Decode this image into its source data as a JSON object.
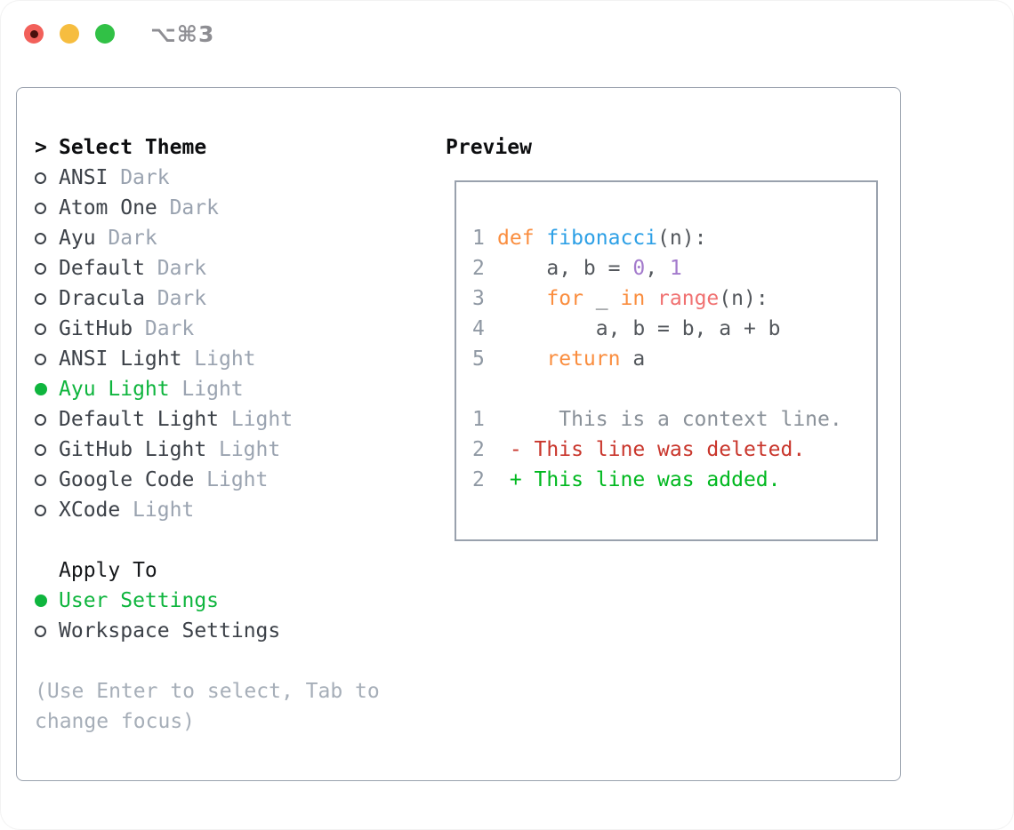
{
  "window": {
    "title": "⌥⌘3",
    "traffic_lights": [
      {
        "name": "close-button",
        "color": "#f2605a",
        "dot": "#4a100c"
      },
      {
        "name": "minimize-button",
        "color": "#f6bd3f",
        "dot": null
      },
      {
        "name": "zoom-button",
        "color": "#31c146",
        "dot": null
      }
    ]
  },
  "theme_list": {
    "header": "Select Theme",
    "header_marker": ">",
    "items": [
      {
        "name": "ANSI",
        "variant": "Dark",
        "selected": false
      },
      {
        "name": "Atom One",
        "variant": "Dark",
        "selected": false
      },
      {
        "name": "Ayu",
        "variant": "Dark",
        "selected": false
      },
      {
        "name": "Default",
        "variant": "Dark",
        "selected": false
      },
      {
        "name": "Dracula",
        "variant": "Dark",
        "selected": false
      },
      {
        "name": "GitHub",
        "variant": "Dark",
        "selected": false
      },
      {
        "name": "ANSI Light",
        "variant": "Light",
        "selected": false
      },
      {
        "name": "Ayu Light",
        "variant": "Light",
        "selected": true
      },
      {
        "name": "Default Light",
        "variant": "Light",
        "selected": false
      },
      {
        "name": "GitHub Light",
        "variant": "Light",
        "selected": false
      },
      {
        "name": "Google Code",
        "variant": "Light",
        "selected": false
      },
      {
        "name": "XCode",
        "variant": "Light",
        "selected": false
      }
    ]
  },
  "apply_to": {
    "header": "Apply To",
    "options": [
      {
        "label": "User Settings",
        "selected": true
      },
      {
        "label": "Workspace Settings",
        "selected": false
      }
    ]
  },
  "hint": {
    "line1": "(Use Enter to select, Tab to",
    "line2": "change focus)"
  },
  "preview": {
    "header": "Preview",
    "lines": [
      {
        "num": "1",
        "runs": [
          {
            "t": "def",
            "c": "keyword"
          },
          {
            "t": " ",
            "c": "plain"
          },
          {
            "t": "fibonacci",
            "c": "function"
          },
          {
            "t": "(n):",
            "c": "plain"
          }
        ]
      },
      {
        "num": "2",
        "runs": [
          {
            "t": "    a, b = ",
            "c": "plain"
          },
          {
            "t": "0",
            "c": "number"
          },
          {
            "t": ", ",
            "c": "plain"
          },
          {
            "t": "1",
            "c": "number"
          }
        ]
      },
      {
        "num": "3",
        "runs": [
          {
            "t": "    ",
            "c": "plain"
          },
          {
            "t": "for",
            "c": "keyword"
          },
          {
            "t": " _ ",
            "c": "plain"
          },
          {
            "t": "in",
            "c": "keyword"
          },
          {
            "t": " ",
            "c": "plain"
          },
          {
            "t": "range",
            "c": "builtin"
          },
          {
            "t": "(n):",
            "c": "plain"
          }
        ]
      },
      {
        "num": "4",
        "runs": [
          {
            "t": "        a, b = b, a + b",
            "c": "plain"
          }
        ]
      },
      {
        "num": "5",
        "runs": [
          {
            "t": "    ",
            "c": "plain"
          },
          {
            "t": "return",
            "c": "keyword"
          },
          {
            "t": " a",
            "c": "plain"
          }
        ]
      },
      {
        "num": "",
        "runs": []
      },
      {
        "num": "1",
        "runs": [
          {
            "t": "     This is a context line.",
            "c": "context"
          }
        ]
      },
      {
        "num": "2",
        "runs": [
          {
            "t": " - This line was deleted.",
            "c": "deleted"
          }
        ]
      },
      {
        "num": "2",
        "runs": [
          {
            "t": " + This line was added.",
            "c": "added"
          }
        ]
      }
    ]
  },
  "colors": {
    "selected_green": "#0fb53e",
    "keyword": "#fa8d3e",
    "function": "#2da0e6",
    "number": "#a37acc",
    "builtin": "#f07171",
    "plain": "#53575c",
    "lineno": "#8f98a3",
    "context": "#8a9199",
    "deleted": "#c9362c",
    "added": "#00b81f",
    "panel_border": "#9aa2ae",
    "item_text": "#3c4148",
    "variant_text": "#9aa3b0",
    "hint_text": "#a6aeb8"
  }
}
